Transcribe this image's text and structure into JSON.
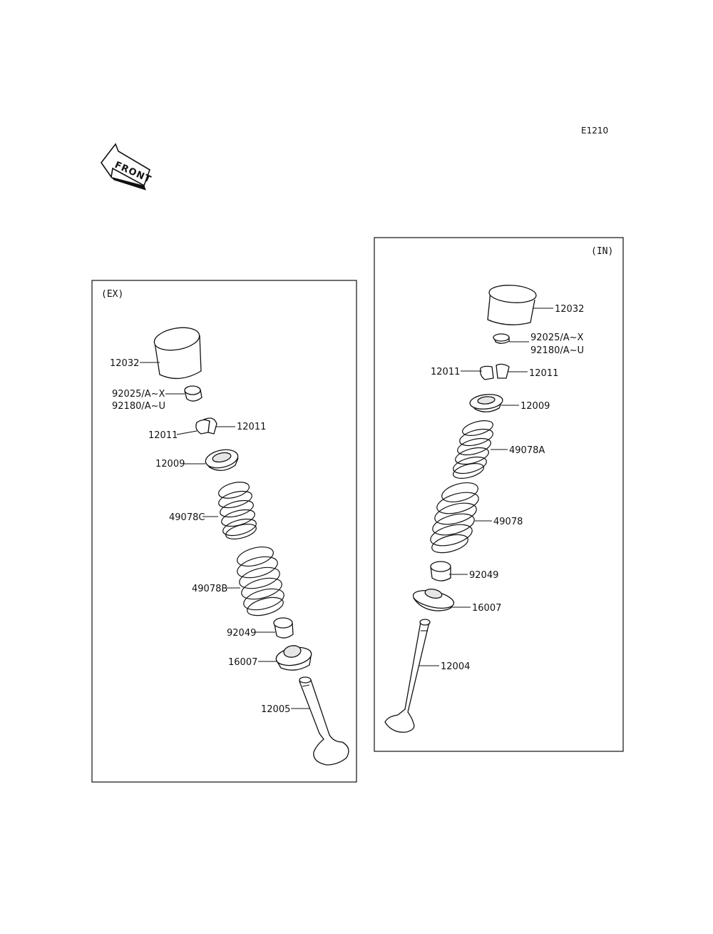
{
  "diagram_code": "E1210",
  "front_label": "FRONT",
  "panels": {
    "ex": {
      "title": "(EX)"
    },
    "in": {
      "title": "(IN)"
    }
  },
  "labels": {
    "ex_12032": "12032",
    "ex_92025": "92025/A~X",
    "ex_92180": "92180/A~U",
    "ex_12011_right": "12011",
    "ex_12011_left": "12011",
    "ex_12009": "12009",
    "ex_49078C": "49078C",
    "ex_49078B": "49078B",
    "ex_92049": "92049",
    "ex_16007": "16007",
    "ex_12005": "12005",
    "in_12032": "12032",
    "in_92025": "92025/A~X",
    "in_92180": "92180/A~U",
    "in_12011_left": "12011",
    "in_12011_right": "12011",
    "in_12009": "12009",
    "in_49078A": "49078A",
    "in_49078": "49078",
    "in_92049": "92049",
    "in_16007": "16007",
    "in_12004": "12004"
  }
}
